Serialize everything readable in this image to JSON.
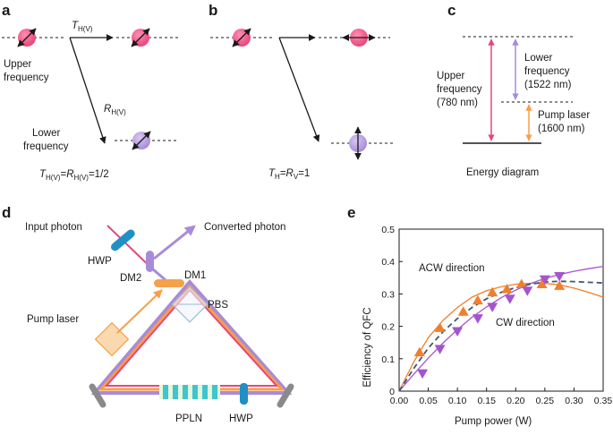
{
  "panels": {
    "a": "a",
    "b": "b",
    "c": "c",
    "d": "d",
    "e": "e"
  },
  "panel_a": {
    "upper_1": "Upper",
    "upper_2": "frequency",
    "lower_1": "Lower",
    "lower_2": "frequency",
    "t_sym": "T",
    "t_sub": "H(V)",
    "r_sym": "R",
    "r_sub": "H(V)",
    "eq_t": "T",
    "eq_t_sub": "H(V)",
    "eq_mid": "=",
    "eq_r": "R",
    "eq_r_sub": "H(V)",
    "eq_end": "=1/2"
  },
  "panel_b": {
    "eq_t": "T",
    "eq_t_sub": "H",
    "eq_mid": "=",
    "eq_r": "R",
    "eq_r_sub": "V",
    "eq_end": "=1"
  },
  "panel_c": {
    "upper_1": "Upper",
    "upper_2": "frequency",
    "upper_3": "(780 nm)",
    "lower_1": "Lower",
    "lower_2": "frequency",
    "lower_3": "(1522 nm)",
    "pump_1": "Pump laser",
    "pump_2": "(1600 nm)",
    "caption": "Energy diagram"
  },
  "panel_d": {
    "input_photon": "Input photon",
    "converted_photon": "Converted photon",
    "hwp1": "HWP",
    "dm2": "DM2",
    "dm1": "DM1",
    "pbs": "PBS",
    "pump_laser": "Pump laser",
    "ppln": "PPLN",
    "hwp2": "HWP"
  },
  "colors": {
    "upper": "#e8457a",
    "lower": "#a88bd8",
    "pump": "#f5a04a",
    "hwp": "#1f8fc4",
    "ppln": "#3fc4d0",
    "mirror": "#8a8a8a",
    "orange_marker": "#f07f2b",
    "purple_marker": "#a455cc"
  },
  "chart_data": {
    "type": "scatter",
    "xlabel": "Pump power (W)",
    "ylabel": "Efficiency of QFC",
    "xlim": [
      0,
      0.35
    ],
    "ylim": [
      0,
      0.5
    ],
    "xticks": [
      "0.00",
      "0.05",
      "0.10",
      "0.15",
      "0.20",
      "0.25",
      "0.30",
      "0.35"
    ],
    "yticks": [
      "0",
      "0.1",
      "0.2",
      "0.3",
      "0.4",
      "0.5"
    ],
    "annotations": [
      "ACW direction",
      "CW direction"
    ],
    "series": [
      {
        "marker": "triangle-up",
        "color": "#f07f2b",
        "x": [
          0.035,
          0.07,
          0.11,
          0.135,
          0.16,
          0.185,
          0.21,
          0.245,
          0.275
        ],
        "y": [
          0.12,
          0.195,
          0.245,
          0.28,
          0.305,
          0.315,
          0.33,
          0.33,
          0.325
        ],
        "fit": [
          [
            0,
            0
          ],
          [
            0.025,
            0.09
          ],
          [
            0.05,
            0.165
          ],
          [
            0.075,
            0.218
          ],
          [
            0.1,
            0.258
          ],
          [
            0.125,
            0.29
          ],
          [
            0.15,
            0.31
          ],
          [
            0.175,
            0.322
          ],
          [
            0.2,
            0.33
          ],
          [
            0.225,
            0.333
          ],
          [
            0.25,
            0.333
          ],
          [
            0.275,
            0.328
          ],
          [
            0.3,
            0.318
          ],
          [
            0.325,
            0.305
          ],
          [
            0.35,
            0.29
          ]
        ]
      },
      {
        "marker": "triangle-down",
        "color": "#a455cc",
        "x": [
          0.04,
          0.07,
          0.1,
          0.135,
          0.16,
          0.19,
          0.22,
          0.25,
          0.275
        ],
        "y": [
          0.055,
          0.13,
          0.185,
          0.225,
          0.26,
          0.285,
          0.31,
          0.345,
          0.355
        ],
        "fit": [
          [
            0,
            0
          ],
          [
            0.025,
            0.052
          ],
          [
            0.05,
            0.102
          ],
          [
            0.075,
            0.148
          ],
          [
            0.1,
            0.19
          ],
          [
            0.125,
            0.228
          ],
          [
            0.15,
            0.26
          ],
          [
            0.175,
            0.288
          ],
          [
            0.2,
            0.312
          ],
          [
            0.225,
            0.332
          ],
          [
            0.25,
            0.348
          ],
          [
            0.275,
            0.36
          ],
          [
            0.3,
            0.37
          ],
          [
            0.325,
            0.378
          ],
          [
            0.35,
            0.385
          ]
        ]
      },
      {
        "line_style": "dashed",
        "color": "#3f5575",
        "fit": [
          [
            0,
            0
          ],
          [
            0.025,
            0.07
          ],
          [
            0.05,
            0.133
          ],
          [
            0.075,
            0.183
          ],
          [
            0.1,
            0.224
          ],
          [
            0.125,
            0.258
          ],
          [
            0.15,
            0.285
          ],
          [
            0.175,
            0.305
          ],
          [
            0.2,
            0.32
          ],
          [
            0.225,
            0.33
          ],
          [
            0.25,
            0.337
          ],
          [
            0.275,
            0.339
          ],
          [
            0.3,
            0.338
          ],
          [
            0.325,
            0.336
          ],
          [
            0.35,
            0.334
          ]
        ]
      }
    ]
  }
}
